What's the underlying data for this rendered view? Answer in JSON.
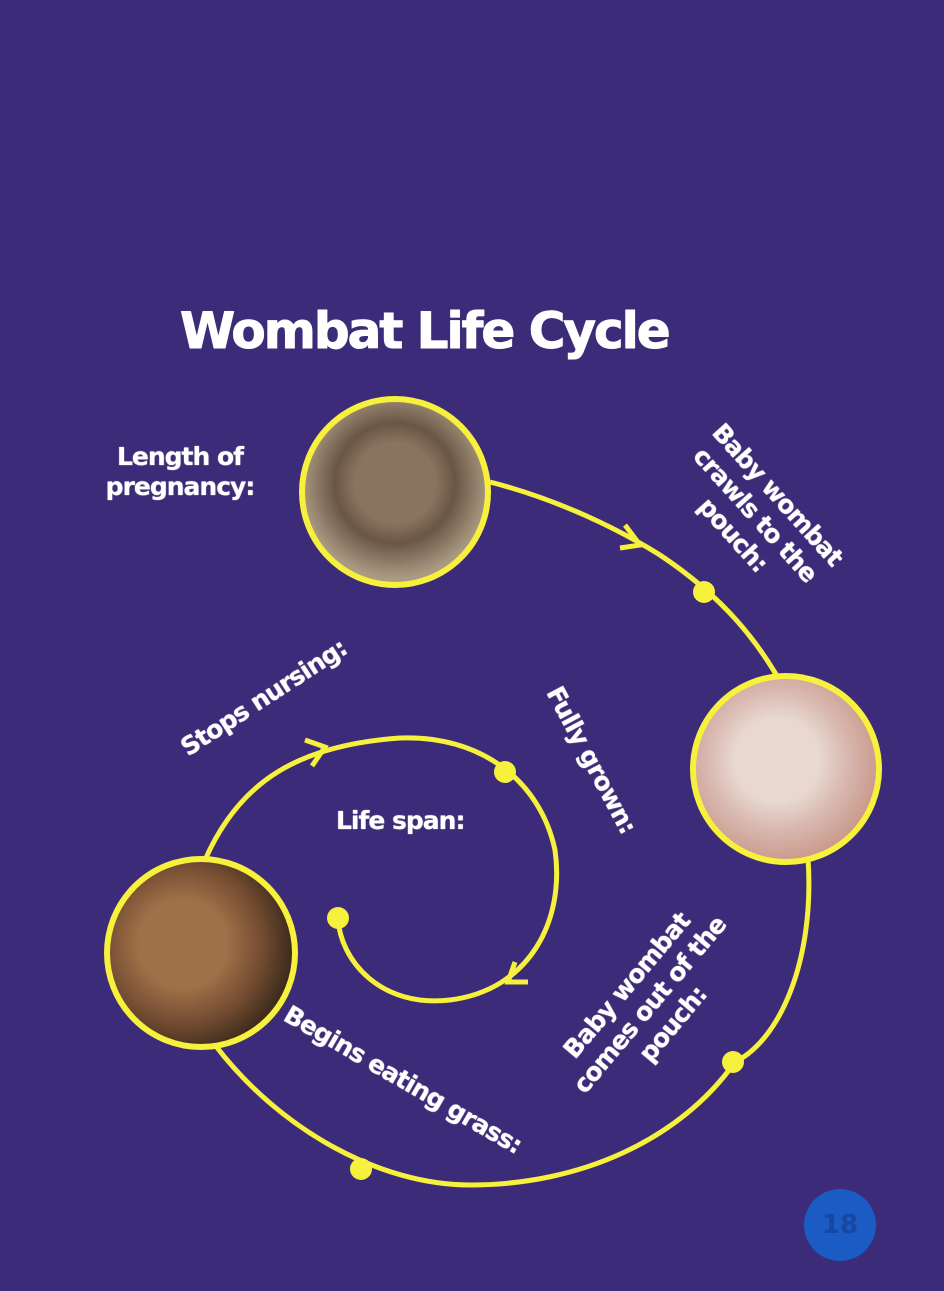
{
  "title": "Wombat Life Cycle",
  "labels": {
    "pregnancy": "Length of pregnancy:",
    "crawls": "Baby wombat crawls to the pouch:",
    "comes_out": "Baby wombat comes out of the pouch:",
    "grass": "Begins eating grass:",
    "nursing": "Stops nursing:",
    "grown": "Fully grown:",
    "lifespan": "Life span:"
  },
  "page_number": "18",
  "colors": {
    "background": "#3b2b78",
    "path": "#f7f03c",
    "page_badge": "#1a5bc4"
  }
}
